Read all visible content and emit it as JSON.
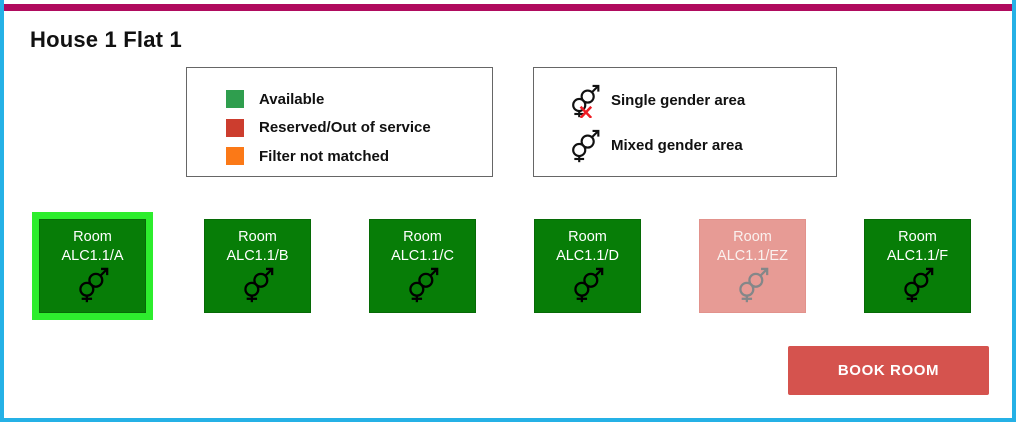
{
  "window": {
    "title": "House 1 Flat 1"
  },
  "legend_status": {
    "items": [
      {
        "label": "Available",
        "color": "#2f9e4e"
      },
      {
        "label": "Reserved/Out of service",
        "color": "#cc3d2e"
      },
      {
        "label": "Filter not matched",
        "color": "#fb7917"
      }
    ]
  },
  "legend_gender": {
    "items": [
      {
        "label": "Single gender area",
        "icon": "single-gender-icon"
      },
      {
        "label": "Mixed gender area",
        "icon": "mixed-gender-icon"
      }
    ]
  },
  "rooms": [
    {
      "name_line1": "Room",
      "name_line2": "ALC1.1/A",
      "status": "available",
      "selected": true,
      "gender_area": "mixed"
    },
    {
      "name_line1": "Room",
      "name_line2": "ALC1.1/B",
      "status": "available",
      "selected": false,
      "gender_area": "mixed"
    },
    {
      "name_line1": "Room",
      "name_line2": "ALC1.1/C",
      "status": "available",
      "selected": false,
      "gender_area": "mixed"
    },
    {
      "name_line1": "Room",
      "name_line2": "ALC1.1/D",
      "status": "available",
      "selected": false,
      "gender_area": "mixed"
    },
    {
      "name_line1": "Room",
      "name_line2": "ALC1.1/EZ",
      "status": "reserved",
      "selected": false,
      "gender_area": "mixed"
    },
    {
      "name_line1": "Room",
      "name_line2": "ALC1.1/F",
      "status": "available",
      "selected": false,
      "gender_area": "mixed"
    }
  ],
  "actions": {
    "book_room_label": "BOOK ROOM"
  },
  "colors": {
    "frame_border": "#25b1e6",
    "top_bar": "#b00b5e",
    "room_available": "#077d07",
    "room_selected_outline": "#2ded2d",
    "room_reserved": "#e79b95",
    "book_button": "#d5534e",
    "single_gender_cross": "#ed1c24"
  }
}
